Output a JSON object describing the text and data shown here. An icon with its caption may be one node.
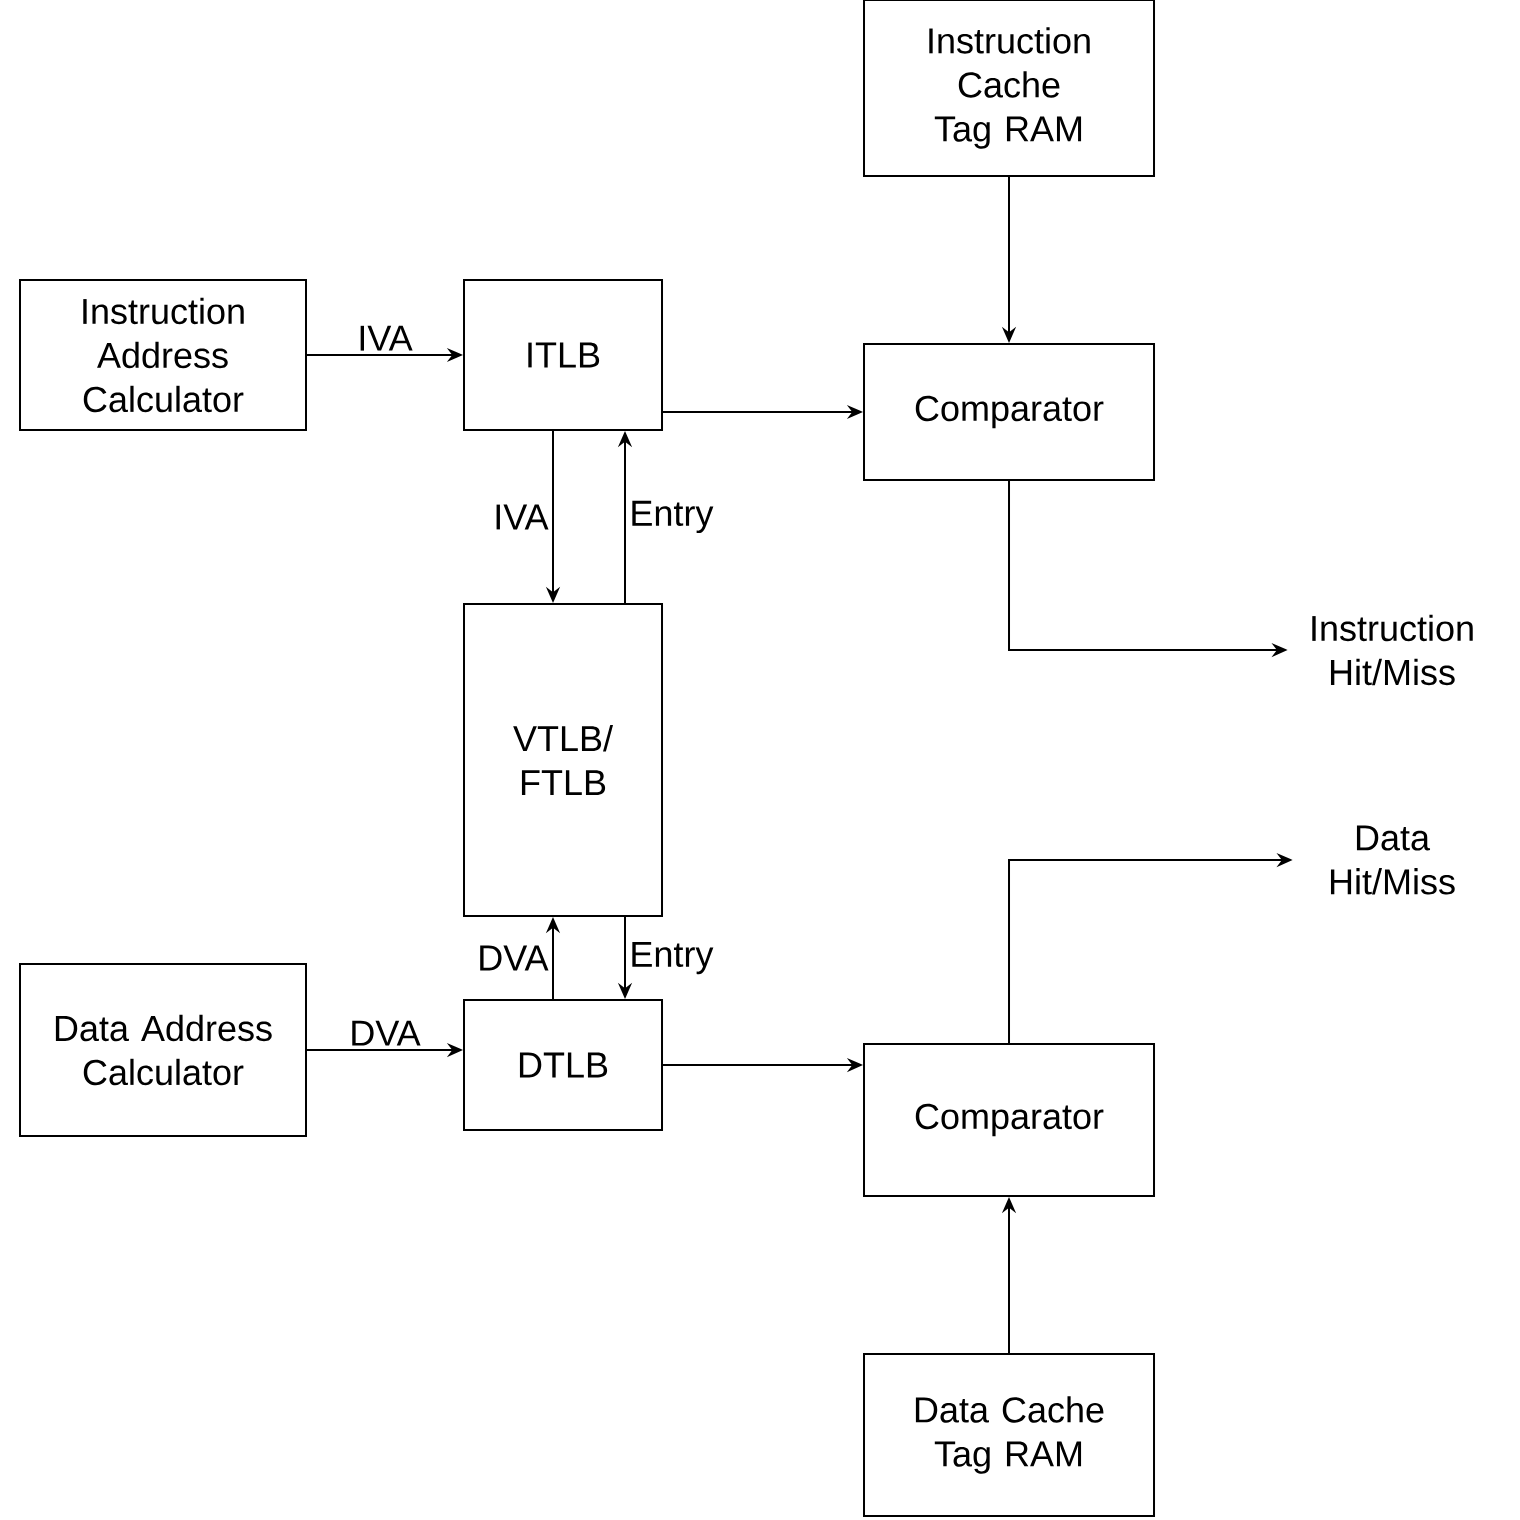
{
  "diagram": {
    "nodes": [
      {
        "text": [
          "Instruction Cache Tag RAM"
        ]
      },
      {
        "text": [
          "Instruction Address Calculator"
        ]
      },
      {
        "text": [
          "ITLB"
        ]
      },
      {
        "text": [
          "Comparator"
        ]
      },
      {
        "text": [
          "Instruction Hit/Miss"
        ]
      },
      {
        "text": [
          "VTLB/ FTLB"
        ]
      },
      {
        "text": [
          "Data Hit/Miss"
        ]
      },
      {
        "text": [
          "Data Address Calculator"
        ]
      },
      {
        "text": [
          "DTLB"
        ]
      },
      {
        "text": [
          "Comparator"
        ]
      },
      {
        "text": [
          "Data Cache Tag RAM"
        ]
      }
    ],
    "edges": [
      {
        "from": 1,
        "to": 2,
        "arrow": "to",
        "label": "IVA"
      },
      {
        "from": 2,
        "to": 3,
        "arrow": "to"
      },
      {
        "from": 0,
        "to": 3,
        "arrow": "to"
      },
      {
        "from": 3,
        "to": 4,
        "arrow": "to"
      },
      {
        "from": 2,
        "to": 5,
        "arrow": "to",
        "label": "IVA"
      },
      {
        "from": 5,
        "to": 2,
        "arrow": "to",
        "label": "Entry"
      },
      {
        "from": 8,
        "to": 5,
        "arrow": "to",
        "label": "DVA"
      },
      {
        "from": 5,
        "to": 8,
        "arrow": "to",
        "label": "Entry"
      },
      {
        "from": 7,
        "to": 8,
        "arrow": "to",
        "label": "DVA"
      },
      {
        "from": 8,
        "to": 9,
        "arrow": "to"
      },
      {
        "from": 9,
        "to": 6,
        "arrow": "to"
      },
      {
        "from": 10,
        "to": 9,
        "arrow": "to"
      }
    ]
  }
}
